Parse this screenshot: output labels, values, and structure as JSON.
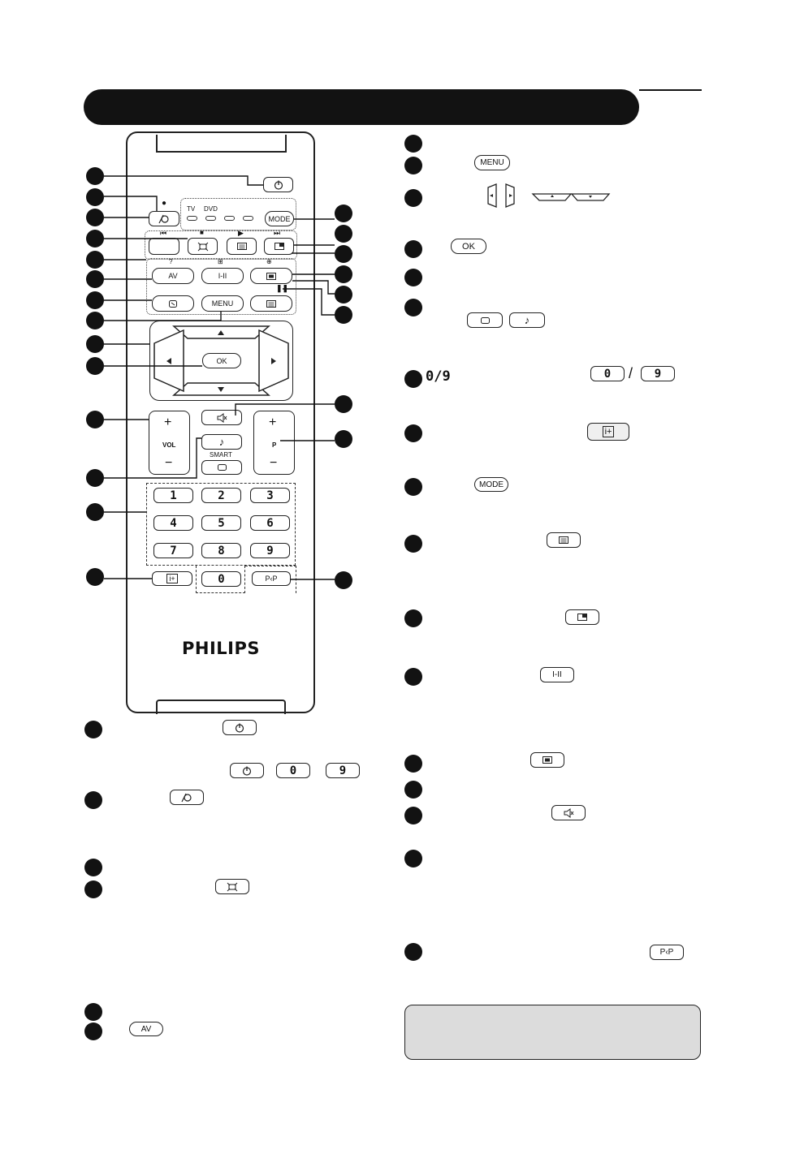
{
  "brand": "PHILIPS",
  "remote": {
    "source_labels": {
      "tv": "TV",
      "dvd": "DVD"
    },
    "mode_label": "MODE",
    "av_label": "AV",
    "menu_label": "MENU",
    "ok_label": "OK",
    "dual_label": "I-II",
    "vol_label": "VOL",
    "p_label": "P",
    "smart_label": "SMART",
    "pp_label": "P‹P",
    "keypad": [
      "1",
      "2",
      "3",
      "4",
      "5",
      "6",
      "7",
      "8",
      "9",
      "0"
    ]
  },
  "legend": {
    "menu_label": "MENU",
    "ok_label": "OK",
    "av_label": "AV",
    "mode_label": "MODE",
    "dual_label": "I-II",
    "pp_label": "P‹P",
    "zero": "0",
    "nine": "9",
    "range_glyph": "0/9",
    "slash": "/"
  },
  "icons": [
    "power-icon",
    "sleep-timer-icon",
    "format-icon",
    "teletext-icon",
    "pip-icon",
    "mute-icon",
    "note-icon",
    "screen-icon",
    "info-icon",
    "arrow-icons"
  ]
}
